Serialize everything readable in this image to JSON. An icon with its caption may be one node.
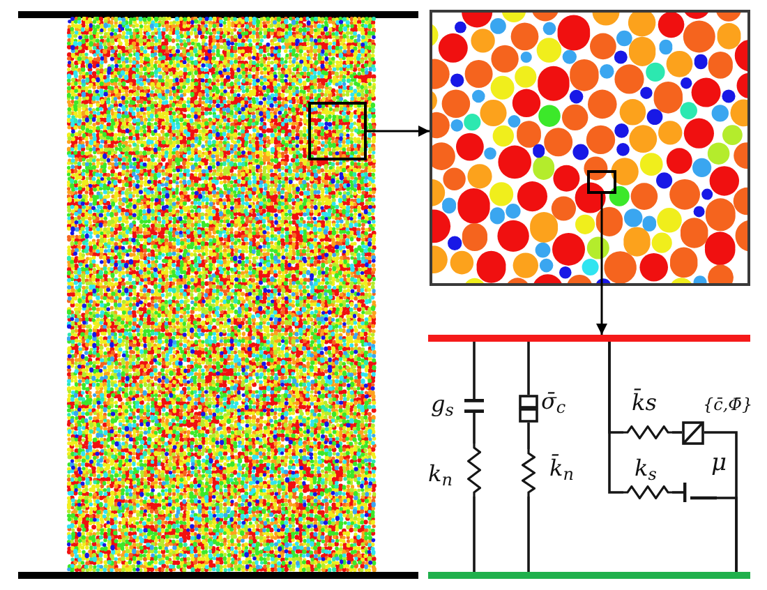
{
  "diagram": {
    "nodes": [
      {
        "text": [],
        "shape": "picture"
      },
      {
        "text": [],
        "shape": "box",
        "in": 0
      },
      {
        "text": [],
        "shape": "picture"
      },
      {
        "text": [],
        "shape": "box",
        "in": 2
      },
      {
        "text": [],
        "shape": "bar"
      },
      {
        "text": [],
        "shape": "capacitor",
        "beside": [
          "g$_{s}$"
        ]
      },
      {
        "text": [],
        "shape": "box",
        "beside": [
          "σ̄$_{c}$"
        ]
      },
      {
        "text": [],
        "shape": "spring",
        "beside": [
          "k̄s"
        ]
      },
      {
        "text": [],
        "shape": "box",
        "beside": [
          "{c̄,Φ̄}"
        ]
      },
      {
        "text": [],
        "shape": "spring",
        "beside": [
          "k$_{n}$"
        ]
      },
      {
        "text": [],
        "shape": "spring",
        "beside": [
          "k̄$_{n}$"
        ]
      },
      {
        "text": [],
        "shape": "spring",
        "beside": [
          "k$_{s}$"
        ]
      },
      {
        "text": [],
        "shape": "slider",
        "beside": [
          "μ"
        ]
      },
      {
        "text": [],
        "shape": "bar"
      }
    ],
    "edges": [
      {
        "from": 1,
        "to": 2,
        "arrow": "to"
      },
      {
        "from": 3,
        "to": 4,
        "arrow": "to"
      },
      {
        "from": 4,
        "to": 5,
        "arrow": "none"
      },
      {
        "from": 5,
        "to": 9,
        "arrow": "none"
      },
      {
        "from": 9,
        "to": 13,
        "arrow": "none"
      },
      {
        "from": 4,
        "to": 6,
        "arrow": "none"
      },
      {
        "from": 6,
        "to": 10,
        "arrow": "none"
      },
      {
        "from": 10,
        "to": 13,
        "arrow": "none"
      },
      {
        "from": 4,
        "to": 7,
        "arrow": "none"
      },
      {
        "from": 4,
        "to": 11,
        "arrow": "none"
      },
      {
        "from": 7,
        "to": 8,
        "arrow": "none"
      },
      {
        "from": 8,
        "to": 13,
        "arrow": "none"
      },
      {
        "from": 11,
        "to": 12,
        "arrow": "none"
      },
      {
        "from": 12,
        "to": 13,
        "arrow": "none"
      }
    ]
  }
}
